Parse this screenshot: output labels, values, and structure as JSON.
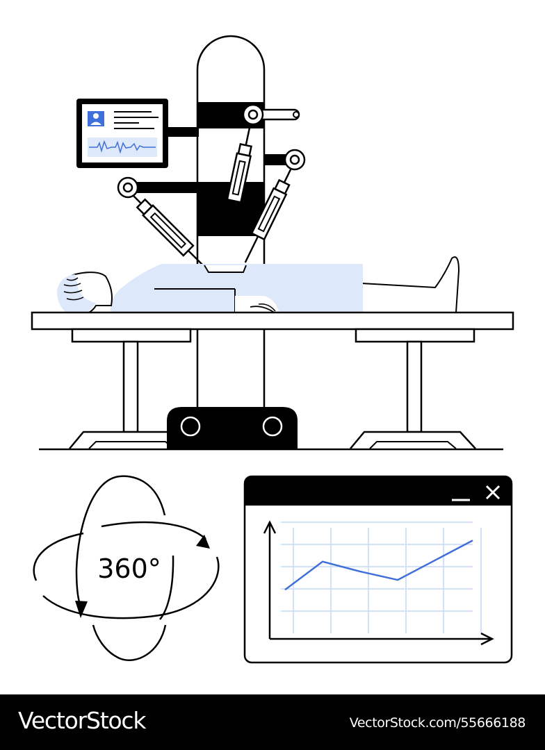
{
  "illustration": {
    "rotation_label": "360°",
    "accent_color": "#3f6fd8",
    "fill_color": "#dde8fb",
    "grid_color": "#d3e2f8",
    "icons": [
      "robotic-surgery-arm-icon",
      "patient-monitor-icon",
      "rotation-360-icon",
      "line-chart-window-icon",
      "minimize-icon",
      "close-icon"
    ]
  },
  "chart_window": {
    "minimize_symbol": "—",
    "close_symbol": "✕"
  },
  "chart_data": {
    "type": "line",
    "x": [
      0,
      1,
      2,
      3,
      4,
      5
    ],
    "series": [
      {
        "values": [
          2.5,
          4.5,
          3.8,
          3.2,
          4.6,
          6.0
        ]
      }
    ],
    "xlim": [
      0,
      5
    ],
    "ylim": [
      0,
      7
    ],
    "grid": true,
    "title": "",
    "xlabel": "",
    "ylabel": ""
  },
  "footer": {
    "brand": "VectorStock",
    "image_id": "VectorStock.com/55666188"
  }
}
